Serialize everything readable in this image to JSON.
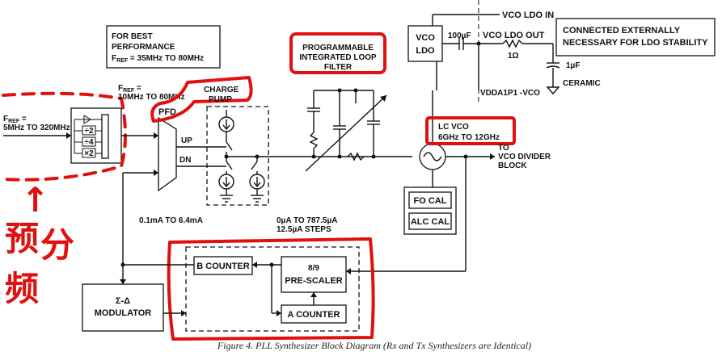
{
  "labels": {
    "vco_ldo_in": "VCO LDO IN",
    "vco_ldo_out": "VCO LDO OUT",
    "vco_ldo_box_l1": "VCO",
    "vco_ldo_box_l2": "LDO",
    "cap_100uf": "100µF",
    "res_1ohm": "1Ω",
    "cap_1uf": "1µF",
    "ceramic": "CERAMIC",
    "vdda": "VDDA1P1 -VCO",
    "note_l1": "CONNECTED EXTERNALLY",
    "note_l2": "NECESSARY FOR LDO STABILITY",
    "best_l1": "FOR BEST",
    "best_l2": "PERFORMANCE",
    "best_l3_f": "F",
    "best_l3_sub": "REF",
    "best_l3_rest": " = 35MHz TO 80MHz",
    "loop_l1": "PROGRAMMABLE",
    "loop_l2": "INTEGRATED LOOP",
    "loop_l3": "FILTER",
    "fref_in_f": "F",
    "fref_in_sub": "REF",
    "fref_in_eq": " =",
    "fref_in_l2": "5MHz TO 320MHz",
    "fref_pfd_f": "F",
    "fref_pfd_sub": "REF",
    "fref_pfd_eq": " =",
    "fref_pfd_l2": "10MHz TO 80MHz",
    "charge_l1": "CHARGE",
    "charge_l2": "PUMP",
    "pfd": "PFD",
    "up": "UP",
    "dn": "DN",
    "div2": "÷2",
    "div4": "÷4",
    "mul2": "×2",
    "cp_range": "0.1mA TO 6.4mA",
    "cp_steps_l1": "0µA TO 787.5µA",
    "cp_steps_l2": "12.5µA STEPS",
    "lcvco_l1": "LC VCO",
    "lcvco_l2": "6GHz TO 12GHz",
    "to_div_l1": "TO",
    "to_div_l2": "VCO DIVIDER",
    "to_div_l3": "BLOCK",
    "fo_cal": "FO CAL",
    "alc_cal": "ALC CAL",
    "b_counter": "B COUNTER",
    "prescaler_l1": "8/9",
    "prescaler_l2": "PRE-SCALER",
    "a_counter": "A COUNTER",
    "modulator_l1": "Σ-Δ",
    "modulator_l2": "MODULATOR",
    "caption": "Figure 4. PLL Synthesizer Block Diagram (Rx and Tx Synthesizers are Identical)",
    "handwritten_arrow": "↑",
    "handwritten_1": "预",
    "handwritten_2": "分",
    "handwritten_3": "频"
  },
  "colors": {
    "annotation_red": "#e01010",
    "ink": "#111111"
  }
}
